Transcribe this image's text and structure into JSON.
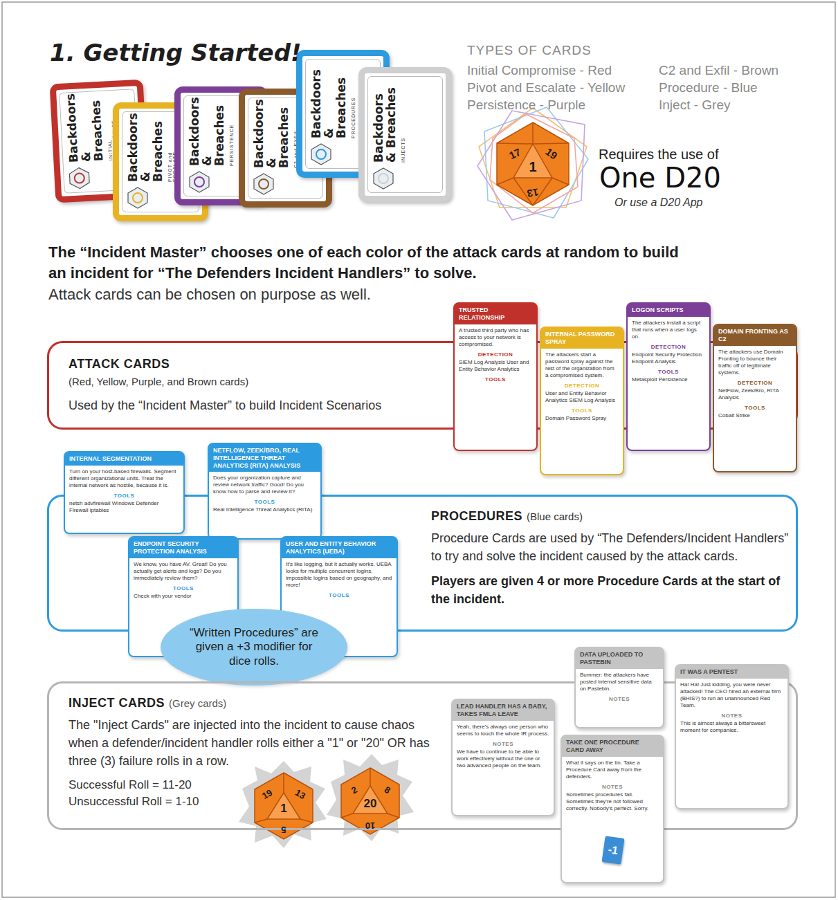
{
  "diagram": {
    "title": "1. Getting Started!",
    "nodes": [
      {
        "text": [
          "Backdoors & Breaches",
          "INITIAL COMPROMISE"
        ]
      },
      {
        "text": [
          "Backdoors & Breaches",
          "PIVOT and ESCALATE"
        ]
      },
      {
        "text": [
          "Backdoors & Breaches",
          "PERSISTENCE"
        ]
      },
      {
        "text": [
          "Backdoors & Breaches",
          "C2 and EXFIL"
        ]
      },
      {
        "text": [
          "Backdoors & Breaches",
          "PROCEDURES"
        ]
      },
      {
        "text": [
          "Backdoors & Breaches",
          "INJECTS"
        ]
      },
      {
        "text": [
          "ATTACK CARDS",
          "(Red, Yellow, Purple, and Brown cards)",
          "Used by the “Incident Master” to build Incident Scenarios"
        ]
      },
      {
        "text": [
          "TRUSTED RELATIONSHIP",
          "A trusted third party who has access to your network is compromised.",
          "DETECTION",
          "SIEM Log Analysis User and Entity Behavior Analytics",
          "TOOLS"
        ]
      },
      {
        "text": [
          "INTERNAL PASSWORD SPRAY",
          "The attackers start a password spray against the rest of the organization from a compromised system.",
          "DETECTION",
          "User and Entity Behavior Analytics SIEM Log Analysis",
          "TOOLS",
          "Domain Password Spray"
        ]
      },
      {
        "text": [
          "LOGON SCRIPTS",
          "The attackers install a script that runs when a user logs on.",
          "DETECTION",
          "Endpoint Security Protection Endpoint Analysis",
          "TOOLS",
          "Metasploit Persistence"
        ]
      },
      {
        "text": [
          "DOMAIN FRONTING AS C2",
          "The attackers use Domain Fronting to bounce their traffic off of legitimate systems.",
          "DETECTION",
          "NetFlow, Zeek/Bro, RITA Analysis",
          "TOOLS",
          "Cobalt Strike"
        ]
      },
      {
        "text": [
          "PROCEDURES",
          "(Blue cards)",
          "Procedure Cards are used by “The Defenders/Incident Handlers” to try and solve the incident caused by the attack cards.",
          "Players are given 4 or more Procedure Cards at the start of the incident."
        ]
      },
      {
        "text": [
          "INTERNAL SEGMENTATION",
          "Turn on your host-based firewalls. Segment different organizational units. Treat the internal network as hostile, because it is.",
          "TOOLS",
          "netsh advfirewall Windows Defender Firewall iptables"
        ]
      },
      {
        "text": [
          "NETFLOW, ZEEK/BRO, REAL INTELLIGENCE THREAT ANALYTICS (RITA) ANALYSIS",
          "Does your organization capture and review network traffic? Good! Do you know how to parse and review it?",
          "TOOLS",
          "Real Intelligence Threat Analytics (RITA)"
        ]
      },
      {
        "text": [
          "ENDPOINT SECURITY PROTECTION ANALYSIS",
          "We know, you have AV. Great! Do you actually get alerts and logs? Do you immediately review them?",
          "TOOLS",
          "Check with your vendor"
        ]
      },
      {
        "text": [
          "USER AND ENTITY BEHAVIOR ANALYTICS (UEBA)",
          "It's like logging, but it actually works. UEBA looks for multiple concurrent logins, impossible logins based on geography, and more!",
          "TOOLS"
        ]
      },
      {
        "text": [
          "“Written Procedures” are given a +3 modifier for dice rolls."
        ]
      },
      {
        "text": [
          "INJECT CARDS",
          "(Grey cards)",
          "The \"Inject Cards\" are injected into the incident to cause chaos when a defender/incident handler rolls either a \"1\" or \"20\" OR has three (3) failure rolls in a row.",
          "Successful Roll = 11-20",
          "Unsuccessful Roll = 1-10"
        ]
      },
      {
        "text": [
          "LEAD HANDLER HAS A BABY, TAKES FMLA LEAVE",
          "Yeah, there's always one person who seems to touch the whole IR process.",
          "NOTES",
          "We have to continue to be able to work effectively without the one or two advanced people on the team."
        ]
      },
      {
        "text": [
          "DATA UPLOADED TO PASTEBIN",
          "Bummer: the attackers have posted internal sensitive data on Pastebin.",
          "NOTES"
        ]
      },
      {
        "text": [
          "TAKE ONE PROCEDURE CARD AWAY",
          "What it says on the tin. Take a Procedure Card away from the defenders.",
          "NOTES",
          "Sometimes procedures fail. Sometimes they're not followed correctly. Nobody's perfect. Sorry."
        ]
      },
      {
        "text": [
          "IT WAS A PENTEST",
          "Ha! Ha! Just kidding, you were never attacked! The CEO hired an external firm (BHIS?) to run an unannounced Red Team.",
          "NOTES",
          "This is almost always a bittersweet moment for companies."
        ]
      }
    ],
    "labels": [
      "TYPES OF CARDS",
      "Initial Compromise - Red",
      "Pivot and Escalate - Yellow",
      "Persistence - Purple",
      "C2 and Exfil - Brown",
      "Procedure - Blue",
      "Inject - Grey",
      "Requires the use of",
      "One D20",
      "Or use a D20 App",
      "The “Incident Master” chooses one of each color of the attack cards at random to build an incident for “The Defenders Incident Handlers” to solve.",
      "Attack cards can be chosen on purpose as well.",
      "17",
      "19",
      "1",
      "13",
      "19",
      "1",
      "13",
      "5",
      "2",
      "20",
      "8",
      "10",
      "-1"
    ]
  }
}
